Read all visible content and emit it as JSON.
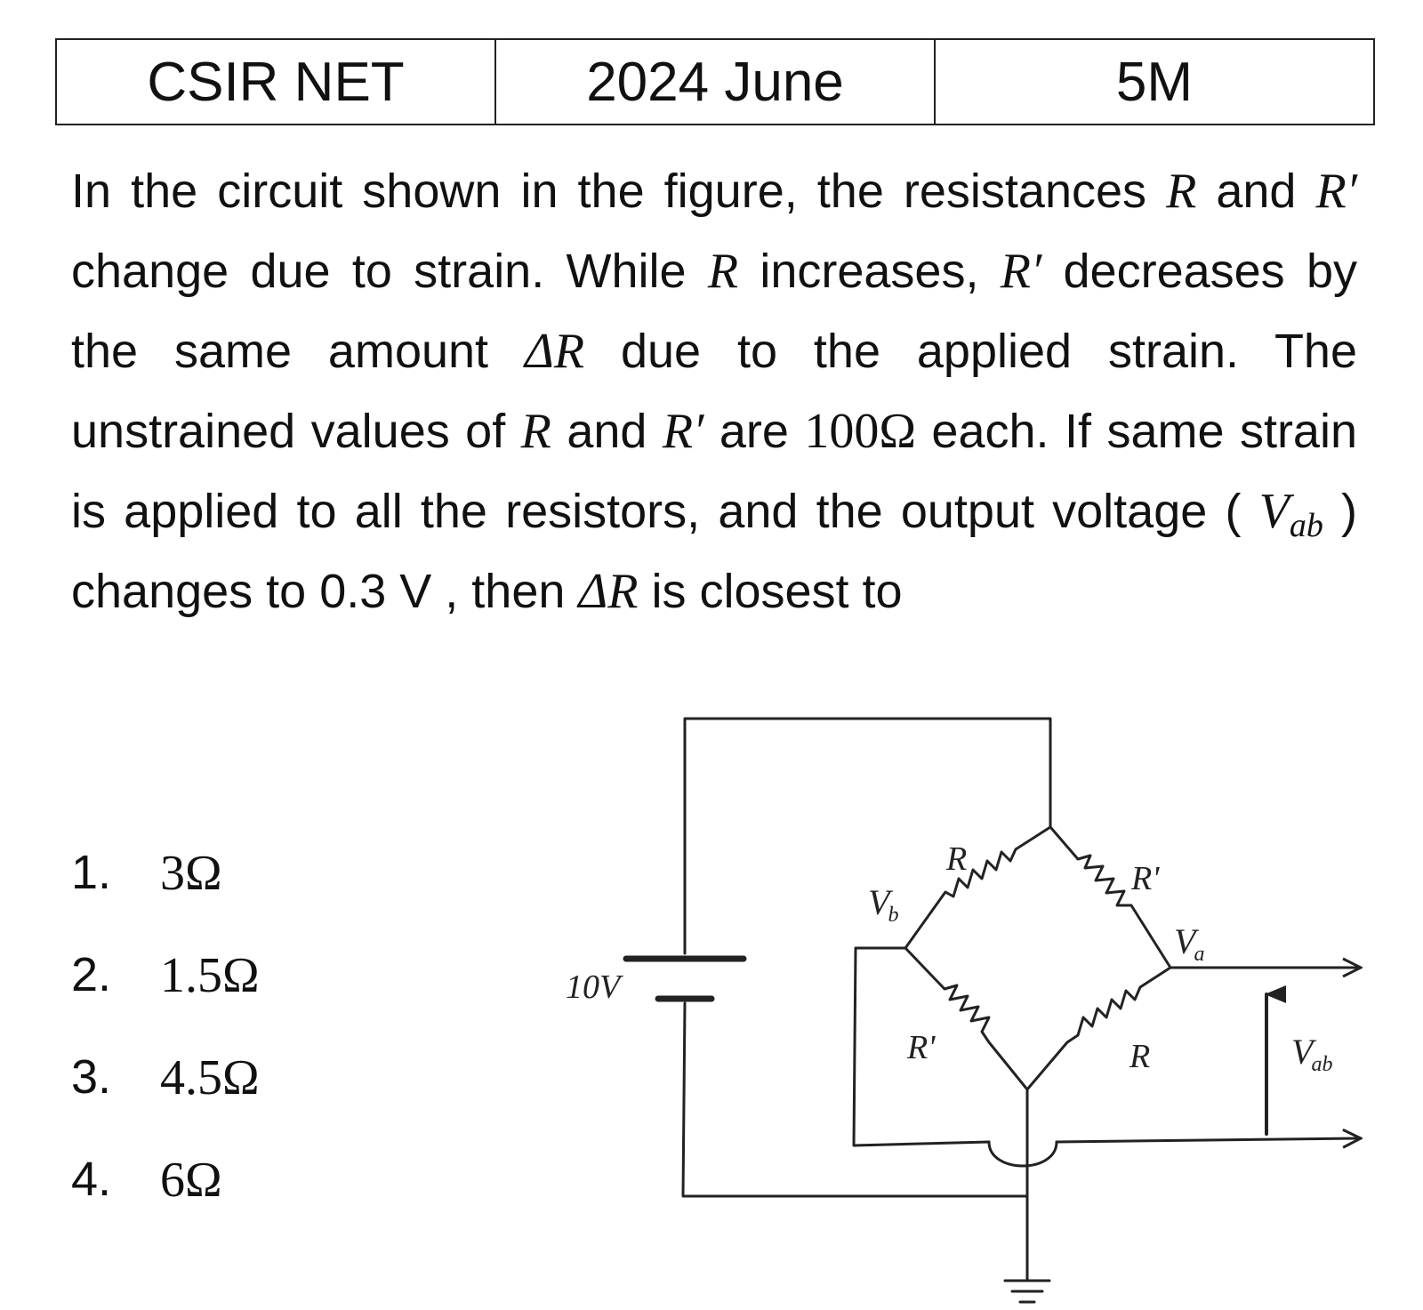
{
  "header": {
    "exam": "CSIR NET",
    "session": "2024 June",
    "marks": "5M"
  },
  "question": {
    "t1": "In the circuit shown in the figure, the resistances ",
    "R1": "R",
    "t2": " and ",
    "Rp1": "R′",
    "t3": " change due to strain. While ",
    "R2": "R",
    "t4": " increases, ",
    "Rp2": "R′",
    "t5": " decreases by the same amount ",
    "dR1": "ΔR",
    "t6": " due to the applied strain. The unstrained values of ",
    "R3": "R",
    "t7": " and ",
    "Rp3": "R′",
    "t8": " are ",
    "val": "100Ω",
    "t9": " each. If same strain is applied to all the resistors, and the output voltage ( ",
    "V": "V",
    "Vsub": "ab",
    "t10": " ) changes to 0.3 V , then ",
    "dR2": "ΔR",
    "t11": " is closest to"
  },
  "options": [
    {
      "num": "1.",
      "value": "3Ω"
    },
    {
      "num": "2.",
      "value": "1.5Ω"
    },
    {
      "num": "3.",
      "value": "4.5Ω"
    },
    {
      "num": "4.",
      "value": "6Ω"
    }
  ],
  "circuit": {
    "battery_label": "10V",
    "r_top_left": "R",
    "r_top_right": "R'",
    "r_bottom_left": "R'",
    "r_bottom_right": "R",
    "vb_main": "V",
    "vb_sub": "b",
    "va_main": "V",
    "va_sub": "a",
    "vab_main": "V",
    "vab_sub": "ab"
  }
}
